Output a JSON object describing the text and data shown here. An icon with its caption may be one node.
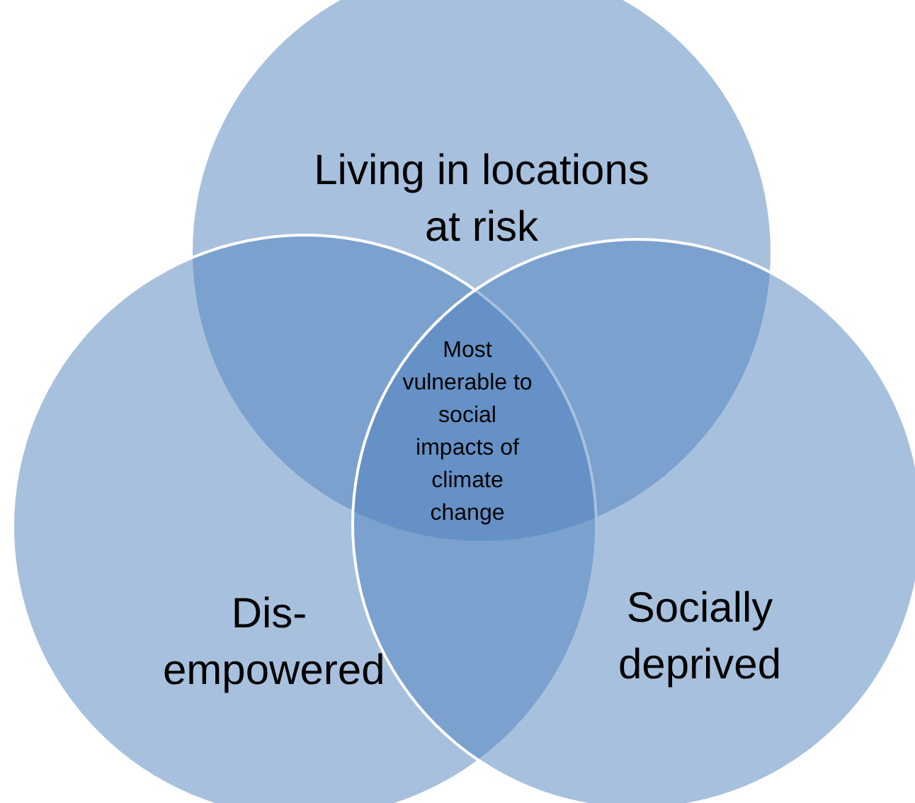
{
  "diagram": {
    "nodes": [
      {
        "text": [
          "Living in locations at risk"
        ]
      },
      {
        "text": [
          "Dis- empowered"
        ]
      },
      {
        "text": [
          "Socially deprived"
        ]
      }
    ],
    "labels": [
      "Most vulnerable to social impacts of climate change"
    ]
  }
}
